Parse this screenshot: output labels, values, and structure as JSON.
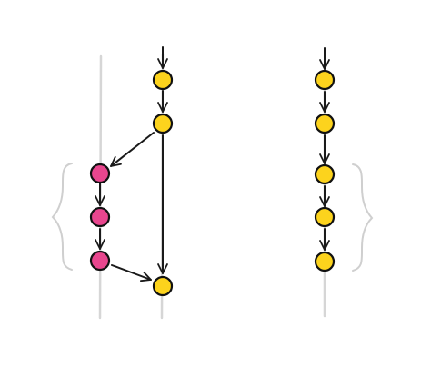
{
  "colors": {
    "background": "#ffffff",
    "commit_yellow": "#fcd31d",
    "commit_pink": "#e8468e",
    "outline": "#111111",
    "arrow": "#1a1a1a",
    "track": "#d6d6d6",
    "brace": "#cfcfcf"
  },
  "left_graph": {
    "main_branch_commits": 3,
    "feature_branch_commits": 3,
    "feature_branches_from_commit": 2,
    "feature_merges_into_commit": 3
  },
  "right_graph": {
    "linear_commits": 5
  },
  "icons": {
    "brace_left": "curly-brace-left-icon",
    "brace_right": "curly-brace-right-icon"
  }
}
